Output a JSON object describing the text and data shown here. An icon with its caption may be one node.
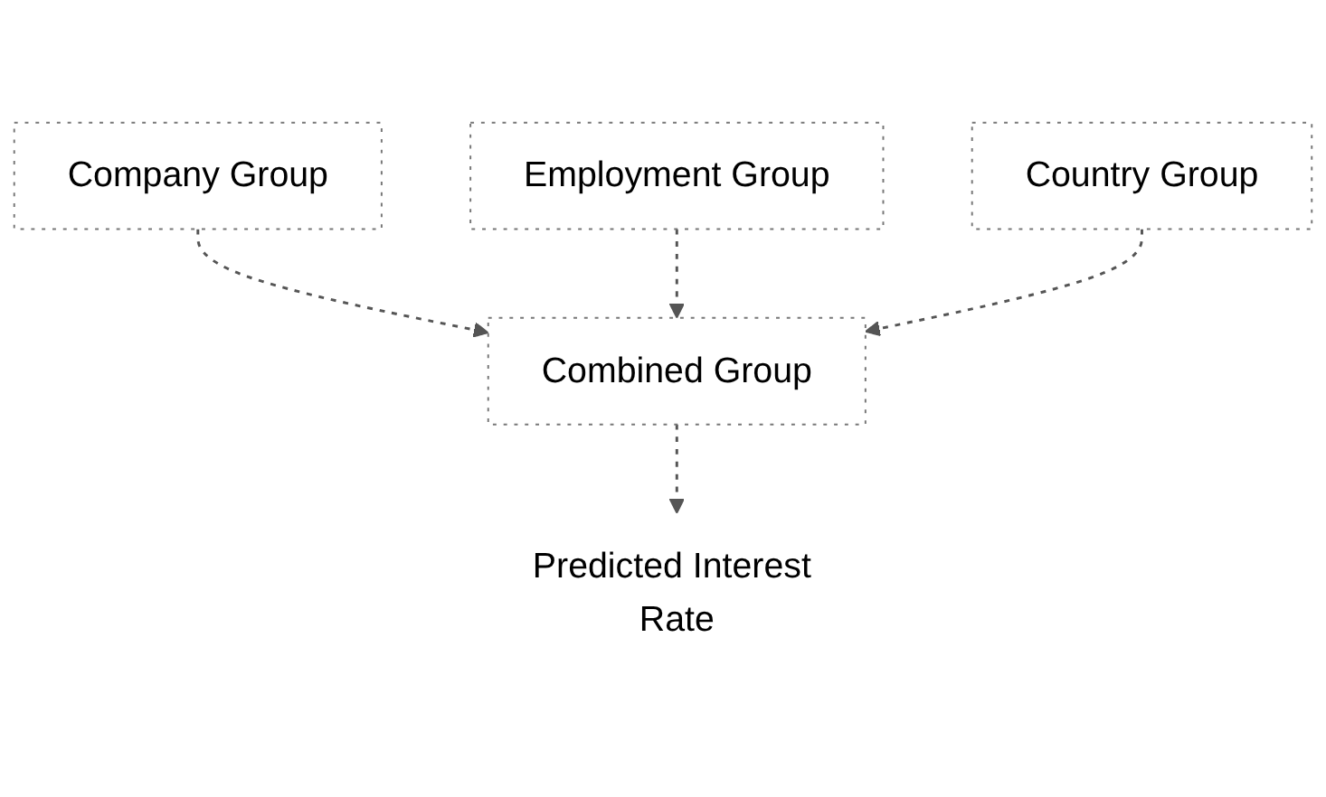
{
  "diagram": {
    "nodes": [
      {
        "text": [
          "Company Group"
        ]
      },
      {
        "text": [
          "Employment Group"
        ]
      },
      {
        "text": [
          "Country Group"
        ]
      },
      {
        "text": [
          "Combined Group"
        ]
      },
      {
        "text": [
          "Predicted Interest Rate"
        ]
      }
    ],
    "edges": [
      {
        "from": 0,
        "to": 3,
        "arrow": "to",
        "style": "dashed"
      },
      {
        "from": 1,
        "to": 3,
        "arrow": "to",
        "style": "dashed"
      },
      {
        "from": 2,
        "to": 3,
        "arrow": "to",
        "style": "dashed"
      },
      {
        "from": 3,
        "to": 4,
        "arrow": "to",
        "style": "dashed"
      }
    ]
  }
}
